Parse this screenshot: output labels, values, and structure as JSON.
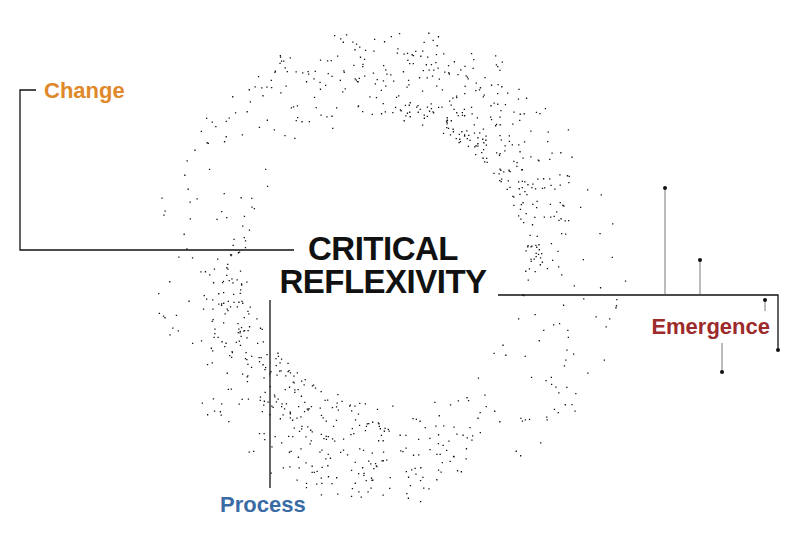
{
  "diagram": {
    "nodes": [
      {
        "text": [
          "CRITICAL REFLEXIVITY"
        ]
      }
    ],
    "labels": [
      "Change",
      "Process",
      "Emergence"
    ]
  }
}
